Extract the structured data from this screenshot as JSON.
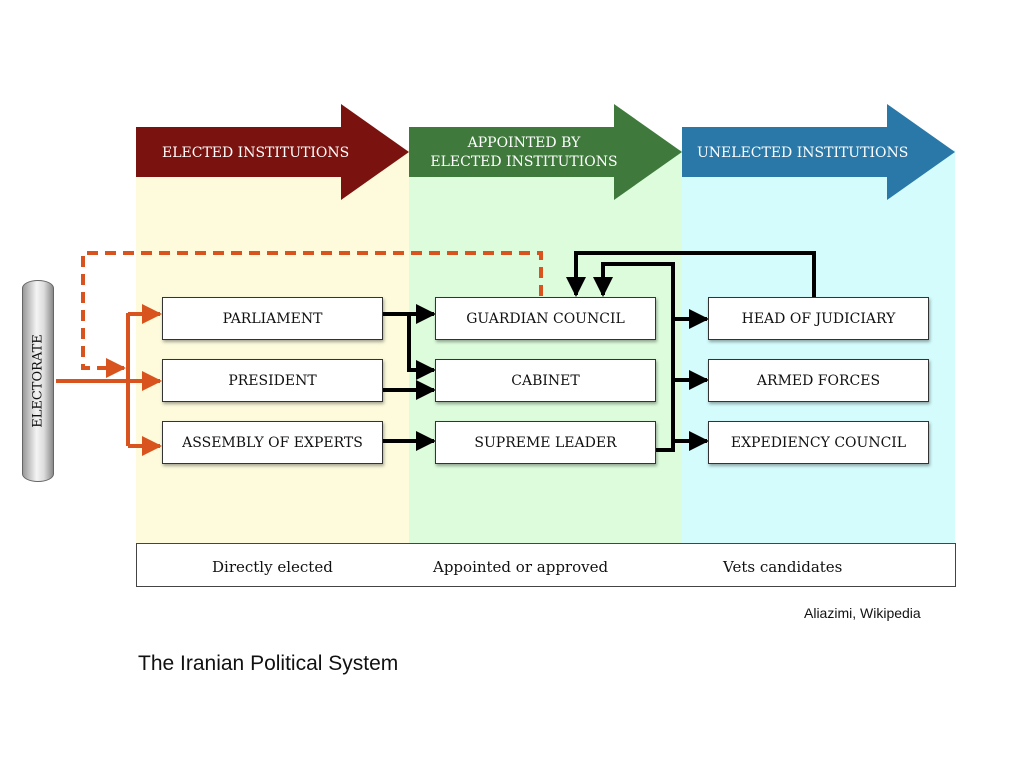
{
  "columns": [
    {
      "label_lines": [
        "ELECTED INSTITUTIONS"
      ],
      "arrow_color": "#7a130f",
      "bg_color": "#fdfbdc"
    },
    {
      "label_lines": [
        "APPOINTED BY",
        "ELECTED INSTITUTIONS"
      ],
      "arrow_color": "#3f7a3c",
      "bg_color": "#dcfcdc"
    },
    {
      "label_lines": [
        "UNELECTED INSTITUTIONS"
      ],
      "arrow_color": "#2a78a8",
      "bg_color": "#d4fcfc"
    }
  ],
  "electorate_label": "ELECTORATE",
  "boxes": {
    "parliament": "PARLIAMENT",
    "president": "PRESIDENT",
    "assembly": "ASSEMBLY OF EXPERTS",
    "guardian": "GUARDIAN COUNCIL",
    "cabinet": "CABINET",
    "supreme": "SUPREME LEADER",
    "judiciary": "HEAD OF JUDICIARY",
    "armed": "ARMED FORCES",
    "expediency": "EXPEDIENCY COUNCIL"
  },
  "legend": {
    "direct": "Directly elected",
    "appointed": "Appointed or approved",
    "vets": "Vets candidates"
  },
  "colors": {
    "direct": "#d9531e",
    "appointed": "#000000",
    "vets": "#d9531e"
  },
  "credit": "Aliazimi, Wikipedia",
  "title": "The Iranian Political System"
}
